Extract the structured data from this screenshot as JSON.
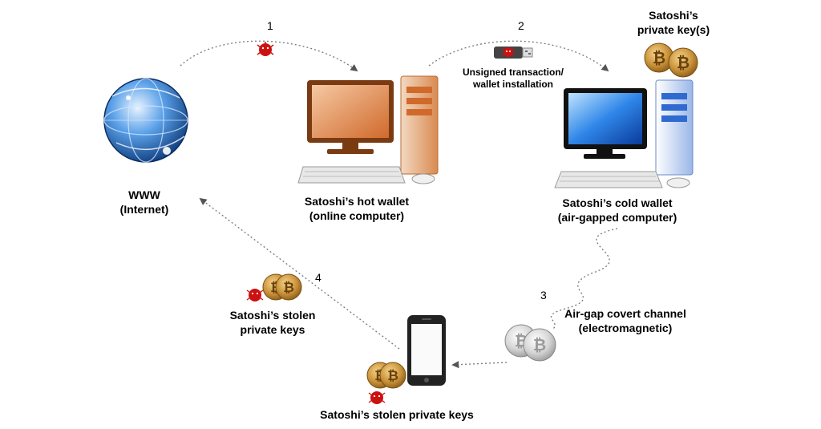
{
  "steps": [
    "1",
    "2",
    "3",
    "4"
  ],
  "labels": {
    "internet": [
      "WWW",
      "(Internet)"
    ],
    "hot_wallet": [
      "Satoshi’s hot wallet",
      "(online computer)"
    ],
    "cold_wallet": [
      "Satoshi’s cold wallet",
      "(air-gapped computer)"
    ],
    "private_keys": [
      "Satoshi’s",
      "private key(s)"
    ],
    "usb": [
      "Unsigned transaction/",
      "wallet installation"
    ],
    "covert_channel": [
      "Air-gap covert channel",
      "(electromagnetic)"
    ],
    "stolen_keys_left": [
      "Satoshi’s stolen",
      "private keys"
    ],
    "stolen_keys_bottom": "Satoshi’s stolen private keys"
  },
  "colors": {
    "hot_monitor": "#d9743a",
    "cold_monitor": "#1a66d9",
    "coin_gold": "#c8923a",
    "coin_silver": "#cfcfcf",
    "malware_red": "#cc1111",
    "globe_blue": "#2a6ec8"
  }
}
